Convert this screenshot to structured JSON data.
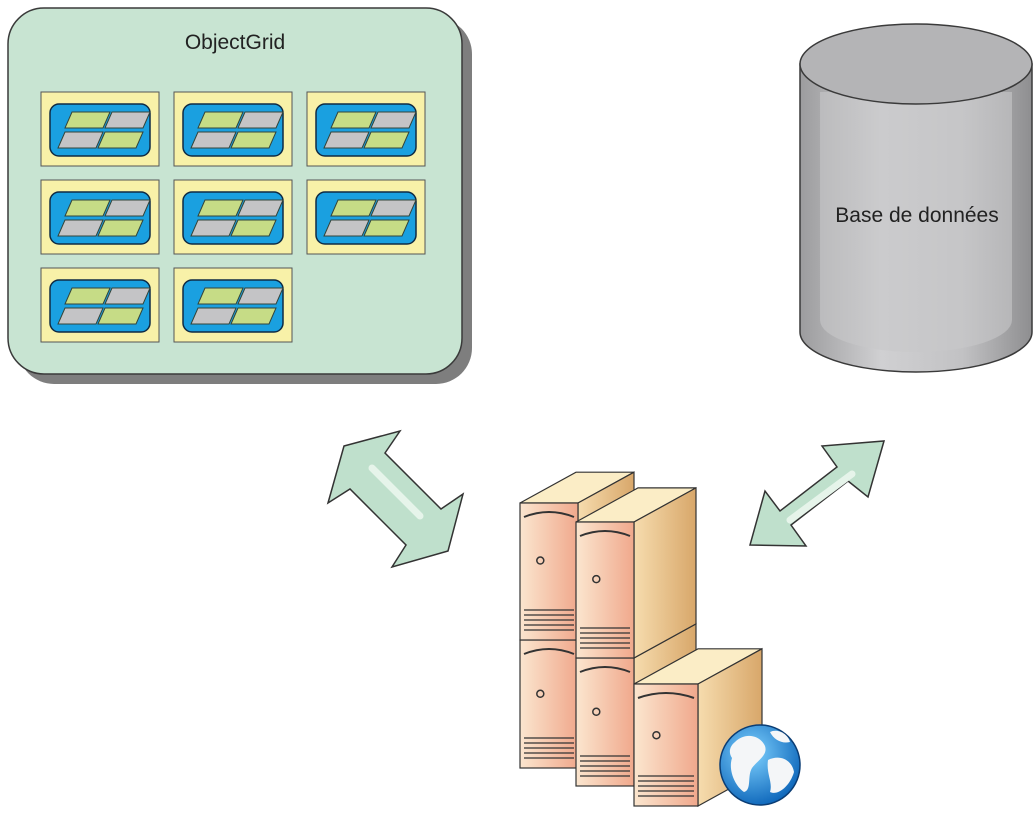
{
  "diagram": {
    "objectgrid": {
      "title": "ObjectGrid",
      "fill_color": "#c8e4d2",
      "cell_count": 8,
      "cell_colors": {
        "frame": "#f8f1a8",
        "panel": "#1aa0e0",
        "tile_green": "#c6dc86",
        "tile_gray": "#c4c4c6"
      }
    },
    "database": {
      "title": "Base de données",
      "fill_color": "#c6c6c8"
    },
    "arrows": [
      {
        "name": "grid-server-arrow",
        "type": "bidirectional",
        "color": "#bfe0cc"
      },
      {
        "name": "database-server-arrow",
        "type": "bidirectional",
        "color": "#bfe0cc"
      }
    ],
    "server": {
      "icon": "server-cluster-icon",
      "unit_count": 5,
      "badge_icon": "globe-icon",
      "unit_color": "#f4d6a0",
      "front_color": "#f5b39a"
    }
  }
}
